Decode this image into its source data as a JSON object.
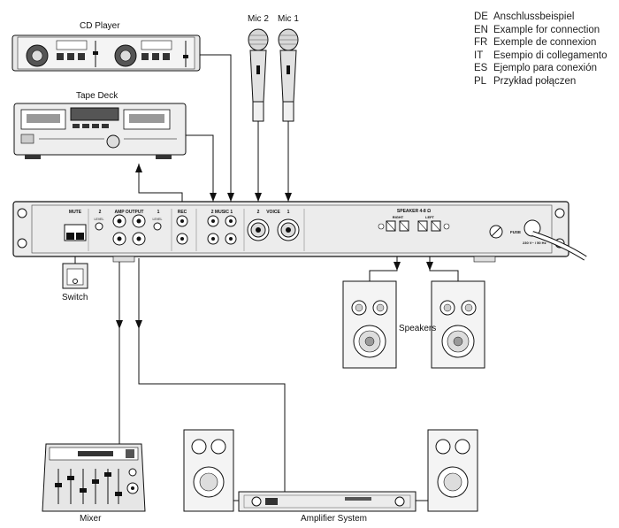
{
  "legend": [
    {
      "code": "DE",
      "text": "Anschlussbeispiel"
    },
    {
      "code": "EN",
      "text": "Example for connection"
    },
    {
      "code": "FR",
      "text": "Exemple de connexion"
    },
    {
      "code": "IT",
      "text": "Esempio di collegamento"
    },
    {
      "code": "ES",
      "text": "Ejemplo para conexión"
    },
    {
      "code": "PL",
      "text": "Przykład połączen"
    }
  ],
  "labels": {
    "cd_player": "CD Player",
    "tape_deck": "Tape Deck",
    "mic2": "Mic 2",
    "mic1": "Mic 1",
    "switch": "Switch",
    "speakers": "Speakers",
    "mixer": "Mixer",
    "amplifier_system": "Amplifier System"
  },
  "panel": {
    "mute": "MUTE",
    "amp_output": "AMP OUTPUT",
    "ch2": "2",
    "ch1": "1",
    "rec": "REC",
    "music": "2  MUSIC  1",
    "voice_2": "2",
    "voice": "VOICE",
    "voice_1": "1",
    "speaker": "SPEAKER 4-8 Ω",
    "right": "RIGHT",
    "left": "LEFT",
    "fuse": "FUSE",
    "mains": "230 V~ / 50 Hz",
    "level": "LEVEL"
  }
}
